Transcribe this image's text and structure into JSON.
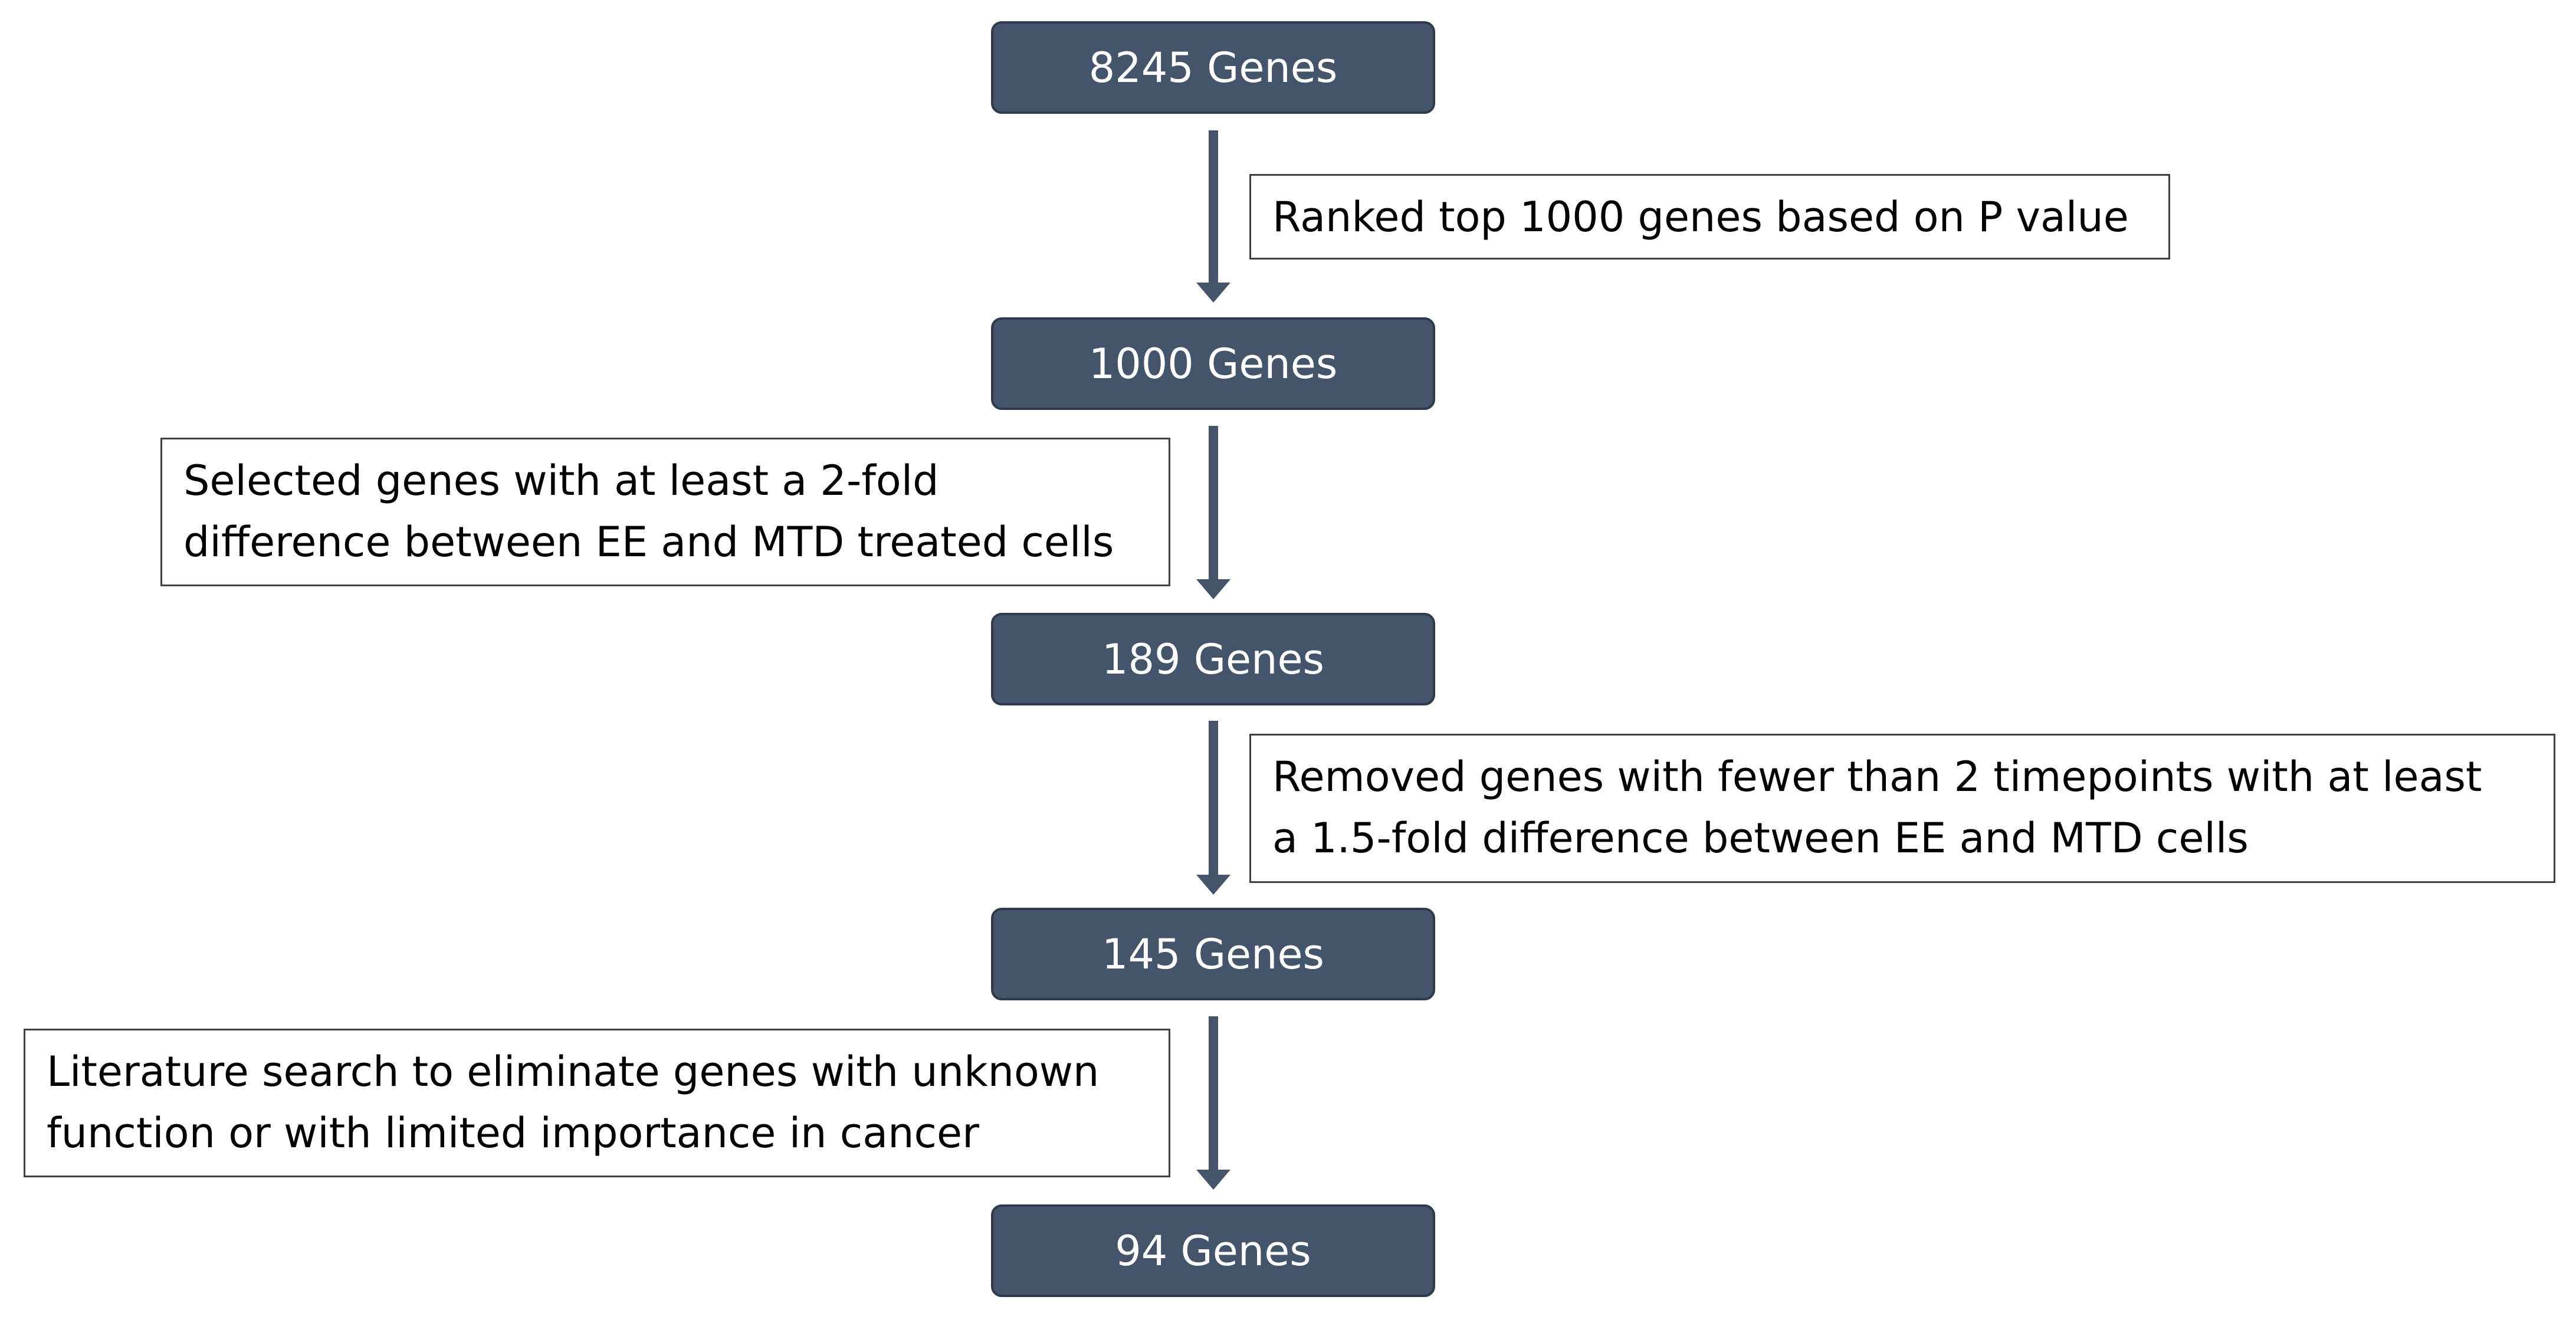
{
  "steps": [
    {
      "label": "8245 Genes"
    },
    {
      "label": "1000 Genes"
    },
    {
      "label": "189 Genes"
    },
    {
      "label": "145 Genes"
    },
    {
      "label": "94 Genes"
    }
  ],
  "filters": [
    {
      "lines": [
        "Ranked top 1000 genes based on P value"
      ]
    },
    {
      "lines": [
        "Selected genes with at least a 2-fold",
        "difference between EE and MTD treated cells"
      ]
    },
    {
      "lines": [
        "Removed genes with fewer than 2 timepoints with at least",
        "a 1.5-fold difference between EE and MTD cells"
      ]
    },
    {
      "lines": [
        "Literature search to eliminate genes with unknown",
        "function or with limited importance in cancer"
      ]
    }
  ],
  "colors": {
    "box_fill": "#44546a",
    "box_border": "#2f3b4c",
    "arrow": "#44546a",
    "note_border": "#404040"
  }
}
